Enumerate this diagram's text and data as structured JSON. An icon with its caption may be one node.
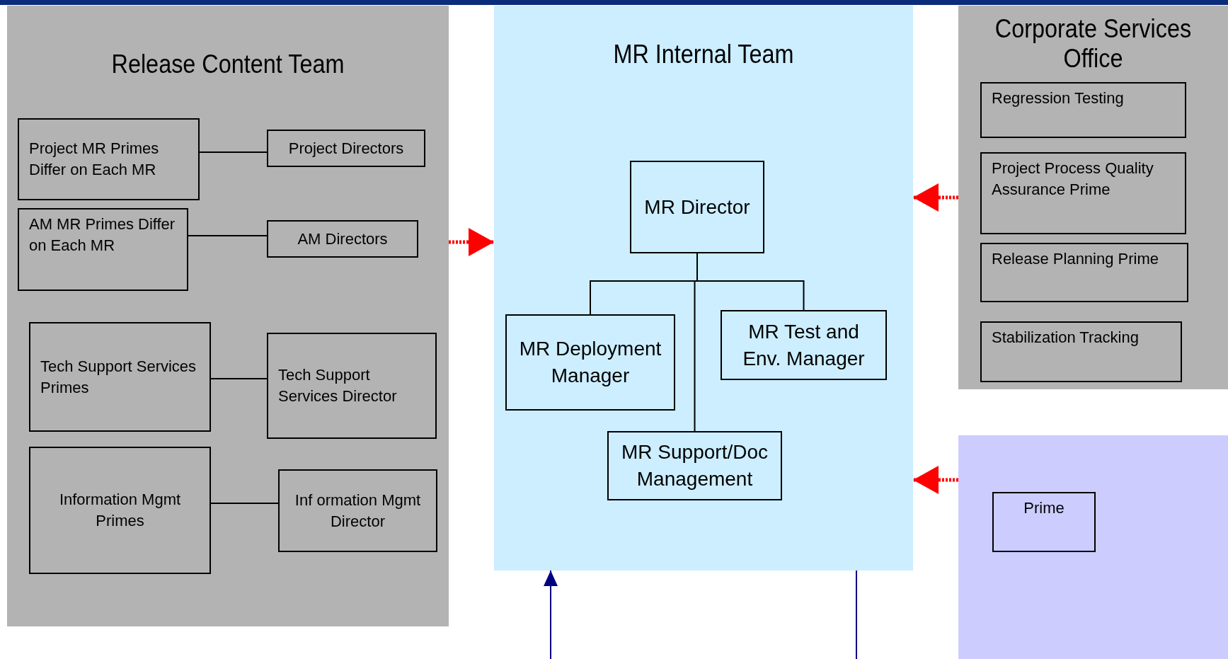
{
  "diagram": {
    "nodes": [
      {
        "text": [
          "Release Content Team"
        ]
      },
      {
        "text": [
          "Project MR Primes Differ on Each MR"
        ],
        "in": 0
      },
      {
        "text": [
          "Project  Directors"
        ],
        "in": 0
      },
      {
        "text": [
          "AM MR Primes Differ on Each MR"
        ],
        "in": 0
      },
      {
        "text": [
          "AM Directors"
        ],
        "in": 0
      },
      {
        "text": [
          "Tech Support Services Primes"
        ],
        "in": 0
      },
      {
        "text": [
          "Tech Support Services Director"
        ],
        "in": 0
      },
      {
        "text": [
          "Information Mgmt Primes"
        ],
        "in": 0
      },
      {
        "text": [
          "Inf ormation Mgmt  Director"
        ],
        "in": 0
      },
      {
        "text": [
          "MR Internal Team"
        ]
      },
      {
        "text": [
          "MR Director"
        ],
        "in": 9
      },
      {
        "text": [
          "MR Deployment Manager"
        ],
        "in": 9
      },
      {
        "text": [
          "MR Test and Env. Manager"
        ],
        "in": 9
      },
      {
        "text": [
          "MR Support/Doc Management"
        ],
        "in": 9
      },
      {
        "text": [
          "Corporate Services Office"
        ]
      },
      {
        "text": [
          "Regression Testing"
        ],
        "in": 14
      },
      {
        "text": [
          "Project Process Quality Assurance Prime"
        ],
        "in": 14
      },
      {
        "text": [
          "Release Planning Prime"
        ],
        "in": 14
      },
      {
        "text": [
          "Stabilization Tracking"
        ],
        "in": 14
      },
      {
        "text": [],
        "shape": "box"
      },
      {
        "text": [
          "Prime"
        ],
        "in": 19
      }
    ],
    "edges": [
      {
        "from": 1,
        "to": 2,
        "arrow": "none"
      },
      {
        "from": 3,
        "to": 4,
        "arrow": "none"
      },
      {
        "from": 5,
        "to": 6,
        "arrow": "none"
      },
      {
        "from": 7,
        "to": 8,
        "arrow": "none"
      },
      {
        "from": 10,
        "to": 11,
        "arrow": "none"
      },
      {
        "from": 10,
        "to": 12,
        "arrow": "none"
      },
      {
        "from": 10,
        "to": 13,
        "arrow": "none"
      },
      {
        "from": 0,
        "to": 9,
        "arrow": "to",
        "style": "dashed",
        "color": "#ff0000"
      },
      {
        "from": 14,
        "to": 9,
        "arrow": "to",
        "style": "dashed",
        "color": "#ff0000"
      },
      {
        "from": 19,
        "to": 9,
        "arrow": "to",
        "style": "dashed",
        "color": "#ff0000"
      },
      {
        "from": null,
        "to": 9,
        "arrow": "to",
        "color": "#000080"
      },
      {
        "from": 9,
        "to": null,
        "arrow": "none",
        "color": "#000080"
      }
    ]
  }
}
